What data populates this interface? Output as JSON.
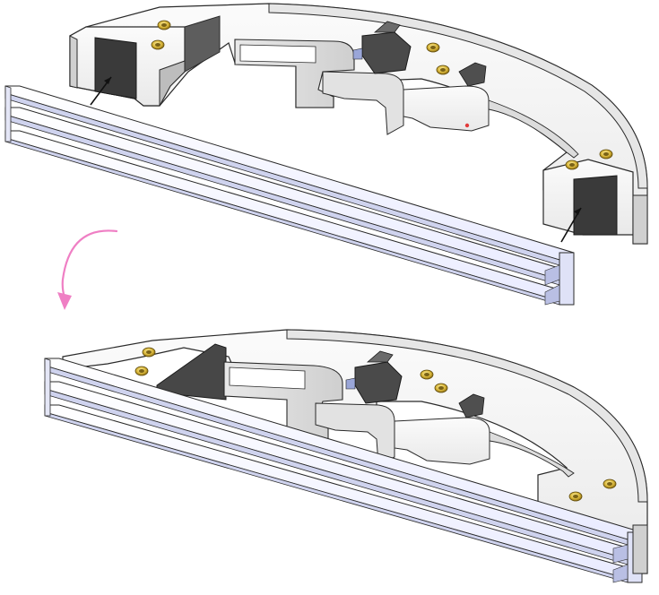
{
  "colors": {
    "background": "#ffffff",
    "body": "#f4f4f4",
    "body_side": "#d9d9d9",
    "outline": "#2a2a2a",
    "dark_pad": "#3a3a3a",
    "dark_cavity": "#474747",
    "rail_edge": "#cfd3ee",
    "rail_face": "#f6f7ff",
    "brass_outer": "#d8b63a",
    "brass_inner": "#7a6216",
    "arrow": "#ef7fc4",
    "red_dot": "#e23a3a"
  },
  "diagram": {
    "panels": [
      {
        "id": "before",
        "state": "rail-separated"
      },
      {
        "id": "after",
        "state": "rail-attached"
      }
    ],
    "transition_arrow": {
      "icon": "curved-arrow-icon",
      "direction": "down"
    }
  }
}
